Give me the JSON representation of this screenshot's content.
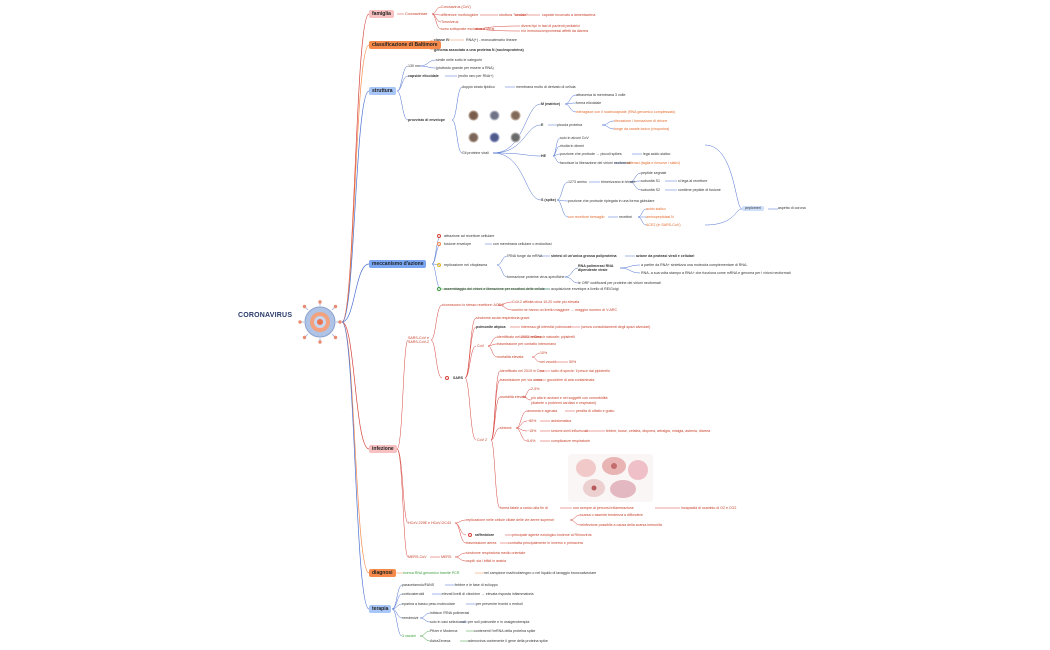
{
  "root": {
    "label": "CORONAVIRUS"
  },
  "colors": {
    "famiglia": "#f7b2b2",
    "baltimore": "#f58a4a",
    "struttura": "#a8c6f8",
    "meccanismo": "#7aa6f2",
    "infezione": "#f7b2b2",
    "diagnosi": "#f58a4a",
    "terapia": "#a8c6f8",
    "line_red": "#d6423b",
    "line_blue": "#4a6fd1",
    "line_green": "#3a9d3a"
  },
  "famiglia": {
    "title": "famiglia",
    "name": "Coronaviridae",
    "c1": "Coronavirus (CoV)",
    "c2": "differenze morfologiche",
    "c2a": "struttura \"tondale\"",
    "c2b": "capside incurvato a lamentaceina",
    "c3": "Toronivirus",
    "c4": "sono sottoposte esclusiva a Virus",
    "c4a": "diversi tipi in fasi di pazienti pediatrici",
    "c4b": "e/o immunocompromessi affetti da diarrea"
  },
  "baltimore": {
    "title": "classificazione di Baltimore",
    "c1": "classe IV",
    "c1a": "RNA(+) - monocatenario lineare",
    "c2": "genoma associato a una proteina N (nucleoproteina)"
  },
  "struttura": {
    "title": "struttura",
    "d1": "130 nm",
    "d1a": "simile nelle sotto le categorie",
    "d1b": "(piuttosto grande per essere a RNA)",
    "cap": "capside elicoidale",
    "cap_a": "(molto raro per RNA+)",
    "env": "provvisto di envelope",
    "env_a": "doppio strato lipidico",
    "env_b": "membrana molto di derivato di cellula",
    "M": "M (matrice)",
    "M1": "attraversa la membrana 3 volte",
    "M2": "forma elicoidale",
    "M3": "interagisce con il nucleocapside (RNA genomico complessato)",
    "E": "E",
    "E1": "piccola proteina",
    "E2": "rilevazione / formazione di virione",
    "E3": "funge da canale ionico (viroporina)",
    "HE": "HE",
    "HE1": "solo in alcuni CoV",
    "HE2": "risulta in dimeri",
    "HE3": "porzione che protrude → piccoli spikes",
    "HE3a": "lega acido sialico",
    "HE4": "favorisce la liberazione dei virioni neoformati",
    "HE4a": "esterasi (taglia e rimuove i sialici)",
    "S": "S (spike)",
    "S1": "1273 amino",
    "S1a": "trimerizzano in trimeri",
    "S1b": "subunità S1",
    "S1b1": "si lega al recettore",
    "S1c": "subunità S2",
    "S1c1": "contiene peptide di fusione",
    "S1d": "peptide segnale",
    "S2": "porzione che protrude ripiegata in una forma globulare",
    "S3": "con recettore bersaglio",
    "S3a": "recettori",
    "S3b": "acido sialico",
    "S3c": "aminopeptidasi N",
    "S3d": "ACE2 (in SARS-CoV)",
    "pep": "peplomeri",
    "pep_a": "aspetto di corona",
    "gly": "Gli proteine virali"
  },
  "meccanismo": {
    "title": "meccanismo d'azione",
    "m1": "attrazione ad recettore cellulare",
    "m2": "fusione envelope",
    "m2a": "con membrana cellulare o endocitosi",
    "m3": "replicazione nel citoplasma",
    "m3a": "l'RNA funge da mRNA",
    "m3a1": "sintesi di un'unica grossa poliproteina",
    "m3a2": "azione da proteasi virali e cellulari",
    "m3b": "formazione proteine virus-specifiche",
    "m3b1": "RNA polimerasi RNA dipendente virale",
    "m3b1a": "a partire da RNA+ sintetizza una molecola complementare di RNA-",
    "m3b1b": "RNA- a sua volta stampo a RNA+ che funziona come mRNA e genoma per i virioni neoformati",
    "m3b2": "le ORF codificanti per proteine dei virioni neoformati",
    "m4": "assemblaggio dei virioni e liberazione per esocitosi delle cellule",
    "m4a": "acquisizione envelope a livello di RE/Golgi"
  },
  "infezione": {
    "title": "infezione",
    "sars": "SARS-CoV e SARS-CoV-2",
    "sars_a": "riconoscono lo stesso recettore: ACE 2",
    "sars_a1": "CoV-2 affinità circa 10-20 volte più elevata",
    "sars_a2": "uomini ne hanno un livello maggiore → maggior numero di V-ARC",
    "sars_b": "SARS",
    "c1": "sindrome acuta respiratoria grave",
    "c2": "polmonite atipica",
    "c2a": "interessa gli interstizi polmonari",
    "c2b": "(senza consolidamenti degli spazi alveolari)",
    "cov": "CoV",
    "cov1": "identificato nel 2003 in Cina",
    "cov1a": "reservoir naturale: pipistrelli",
    "cov2": "trasmissione per contatto interumano",
    "cov3": "mortalità elevata",
    "cov3a": "10%",
    "cov3b": "nei vecchi",
    "cov3c": "50%",
    "cov2_": "CoV 2",
    "c21": "identificato nel 2019 in Cina",
    "c21a": "salto di specie: il pesce dal pipistrello",
    "c22": "trasmissione per via aerea",
    "c22a": "goccioline di aria contaminata",
    "c23": "mortalità elevata",
    "c23a": "2-5%",
    "c23b": "più alta in anziani e nei soggetti con comorbidità",
    "c23c": "(diabete o problemi cardiaci e respiratori)",
    "c24": "sintomi",
    "c24a": "anosmia e ageusia",
    "c24a1": "perdita di olfatto e gusto",
    "c24b": "~80%",
    "c24b1": "asintomatica",
    "c24c": "~15%",
    "c24c1": "sintomi simil influenzali",
    "c24c2": "febbre, tosse, cefalea, dispnea, artralgia, mialgia, astenia, diarrea",
    "c24d": "5-6%",
    "c24d1": "complicanze respiratorie",
    "c25": "forma fatale a carico alla fin di",
    "c25a": "non sempre ai percorsi infiammazione",
    "c25b": "incapacità di scambio di O2 e CO2",
    "h": "HCoV-229E e HCoV-OC43",
    "h1": "replicazione nelle cellule ciliate delle vie aeree superiori",
    "h1a": "scarsa o assente tendenza a diffondere",
    "h1b": "reinfezione possibile a causa della scarsa immunità",
    "h2": "raffreddore",
    "h2a": "principale agente eziologico insieme ai Rhinovirus",
    "h3": "trasmissione aerea",
    "h3a": "contratta principalmente in inverno e primavera",
    "mers": "MERS-CoV",
    "mers1": "MERS",
    "mers1a": "sindrome respiratoria medio orientale",
    "mers1b": "ospiti: sia i bifidi in arabia"
  },
  "diagnosi": {
    "title": "diagnosi",
    "d1": "ricerca RNA genomico tramite PCR",
    "d1a": "nel campione ma/rinofaringeo o nel liquido di lavaggio broncoalveolare"
  },
  "terapia": {
    "title": "terapia",
    "t1": "paracetamolo/FANS",
    "t1a": "febbre e le fase di sviluppo",
    "t2": "corticosteroidi",
    "t2a": "elevati livelli di citochine → elevata risposta infiammatoria",
    "t3": "eparina a basso peso molecolare",
    "t3a": "per prevenire trombi o emboli",
    "t4": "remdesivir",
    "t4a": "inibisce l'RNA polimerasi",
    "t4b": "solo in casi selezionati",
    "t4b1": "per soli polmonite e in ossigenoterapia",
    "v": "3 vaccini",
    "v1": "Pfizer e Moderna",
    "v1a": "contenenti l'mRNA della proteina spike",
    "v2": "AstraZeneca",
    "v2a": "adenovirus contenente il gene della proteina spike"
  }
}
